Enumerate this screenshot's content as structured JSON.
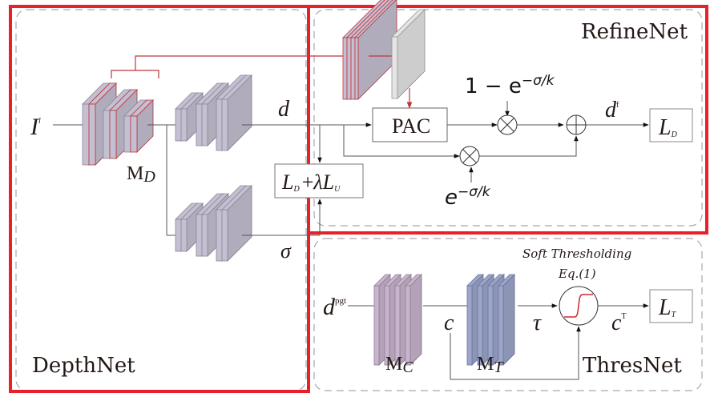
{
  "regions": {
    "depthnet": "DepthNet",
    "refinenet": "RefineNet",
    "thresnet": "ThresNet"
  },
  "inputs": {
    "image": "I",
    "image_sup": "l",
    "pseudo_gt": "d",
    "pseudo_gt_sup": "pgt"
  },
  "modules": {
    "md_main": "M",
    "md_sub": "D",
    "mc_main": "M",
    "mc_sub": "C",
    "mt_main": "M",
    "mt_sub": "T",
    "pac": "PAC"
  },
  "signals": {
    "depth": "d",
    "sigma": "σ",
    "weight_top": "1 − e",
    "weight_top_exp": "−σ/k",
    "weight_bottom": "e",
    "weight_bottom_exp": "−σ/k",
    "refined_depth": "d",
    "refined_depth_sup": "f",
    "confidence": "c",
    "threshold": "τ",
    "thresholded_conf": "c",
    "thresholded_conf_sup": "T"
  },
  "losses": {
    "depth_loss_main": "L",
    "depth_loss_sub": "D",
    "combined_plus": "+",
    "combined_lambda": "λ",
    "combined_L": "L",
    "combined_sub": "U",
    "refine_loss_main": "L",
    "refine_loss_sub": "D",
    "thres_loss_main": "L",
    "thres_loss_sub": "T"
  },
  "annotations": {
    "soft_threshold_title": "Soft Thresholding",
    "soft_threshold_eq": "Eq.(1)"
  },
  "colors": {
    "highlight_red": "#e8202a",
    "block_gray": "#c4bfd1",
    "block_red_edge": "#c0353b",
    "mc_purple": "#c8b4cc",
    "mt_blue": "#9da6c8",
    "dashed": "#a0a0a0",
    "line": "#555555"
  }
}
